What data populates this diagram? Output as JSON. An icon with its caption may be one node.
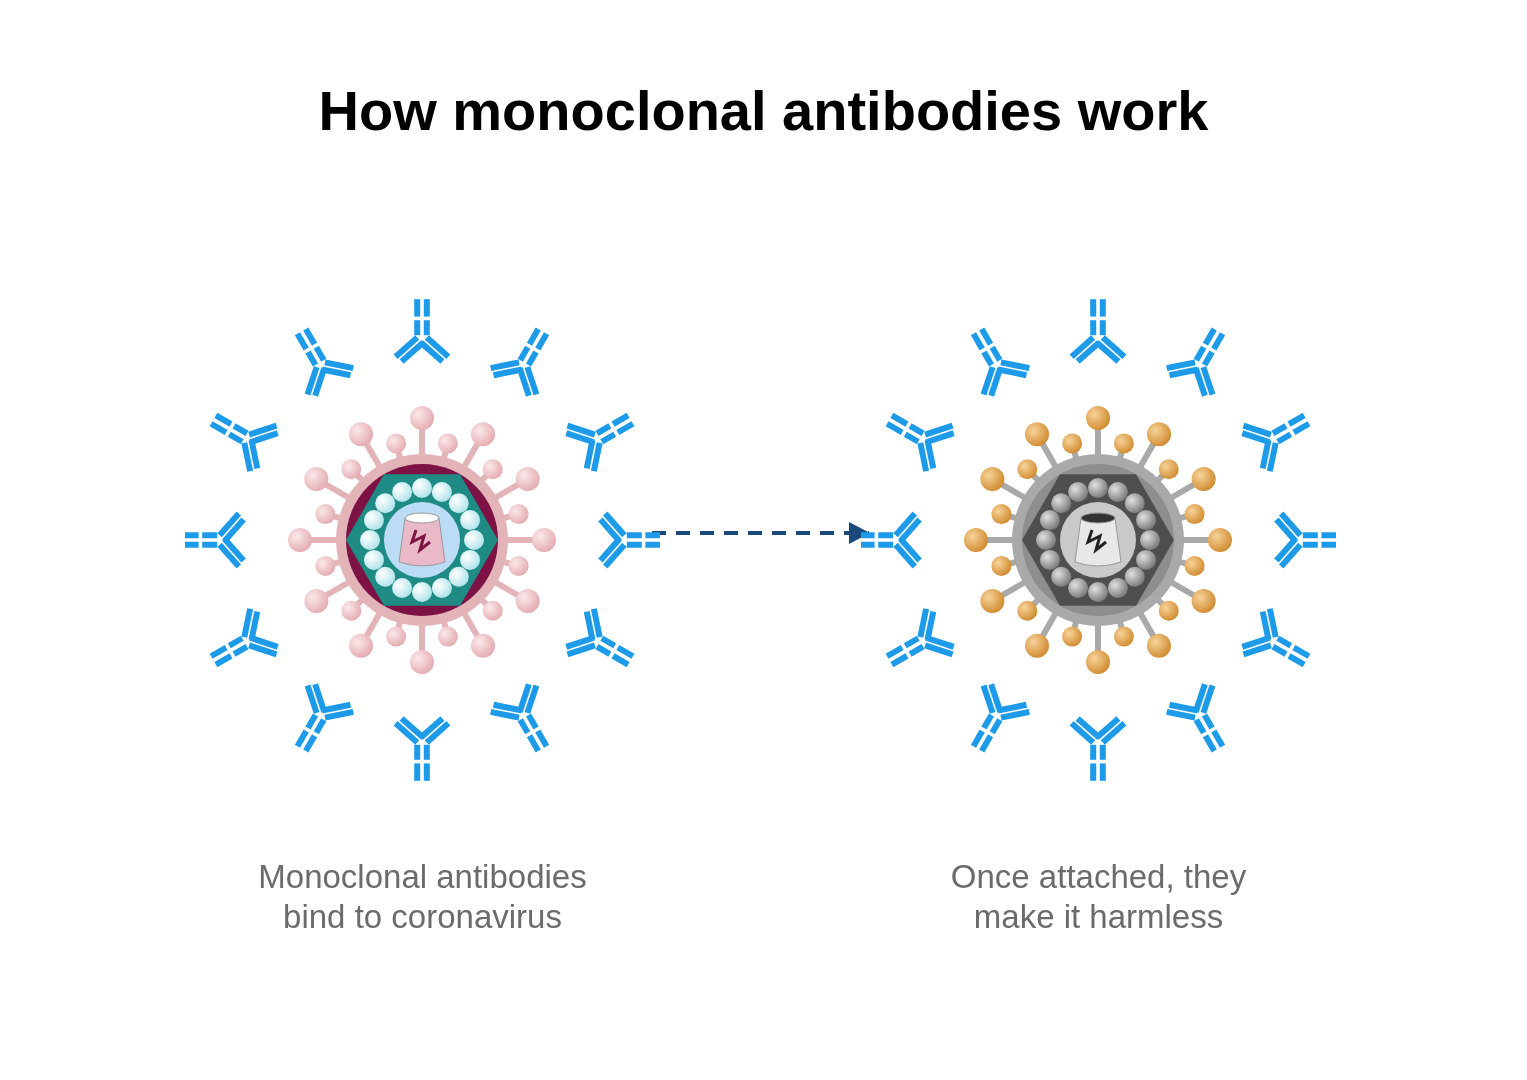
{
  "diagram": {
    "title": "How monoclonal antibodies work",
    "nodes": [
      {
        "text": [],
        "shape": "picture",
        "beside": [
          "Monoclonal antibodies bind to coronavirus"
        ]
      },
      {
        "text": [],
        "shape": "picture",
        "beside": [
          "Once attached, they make it harmless"
        ]
      }
    ],
    "edges": [
      {
        "from": 0,
        "to": 1,
        "arrow": "to",
        "style": "dashed",
        "color": "#1b4a7a"
      }
    ]
  }
}
